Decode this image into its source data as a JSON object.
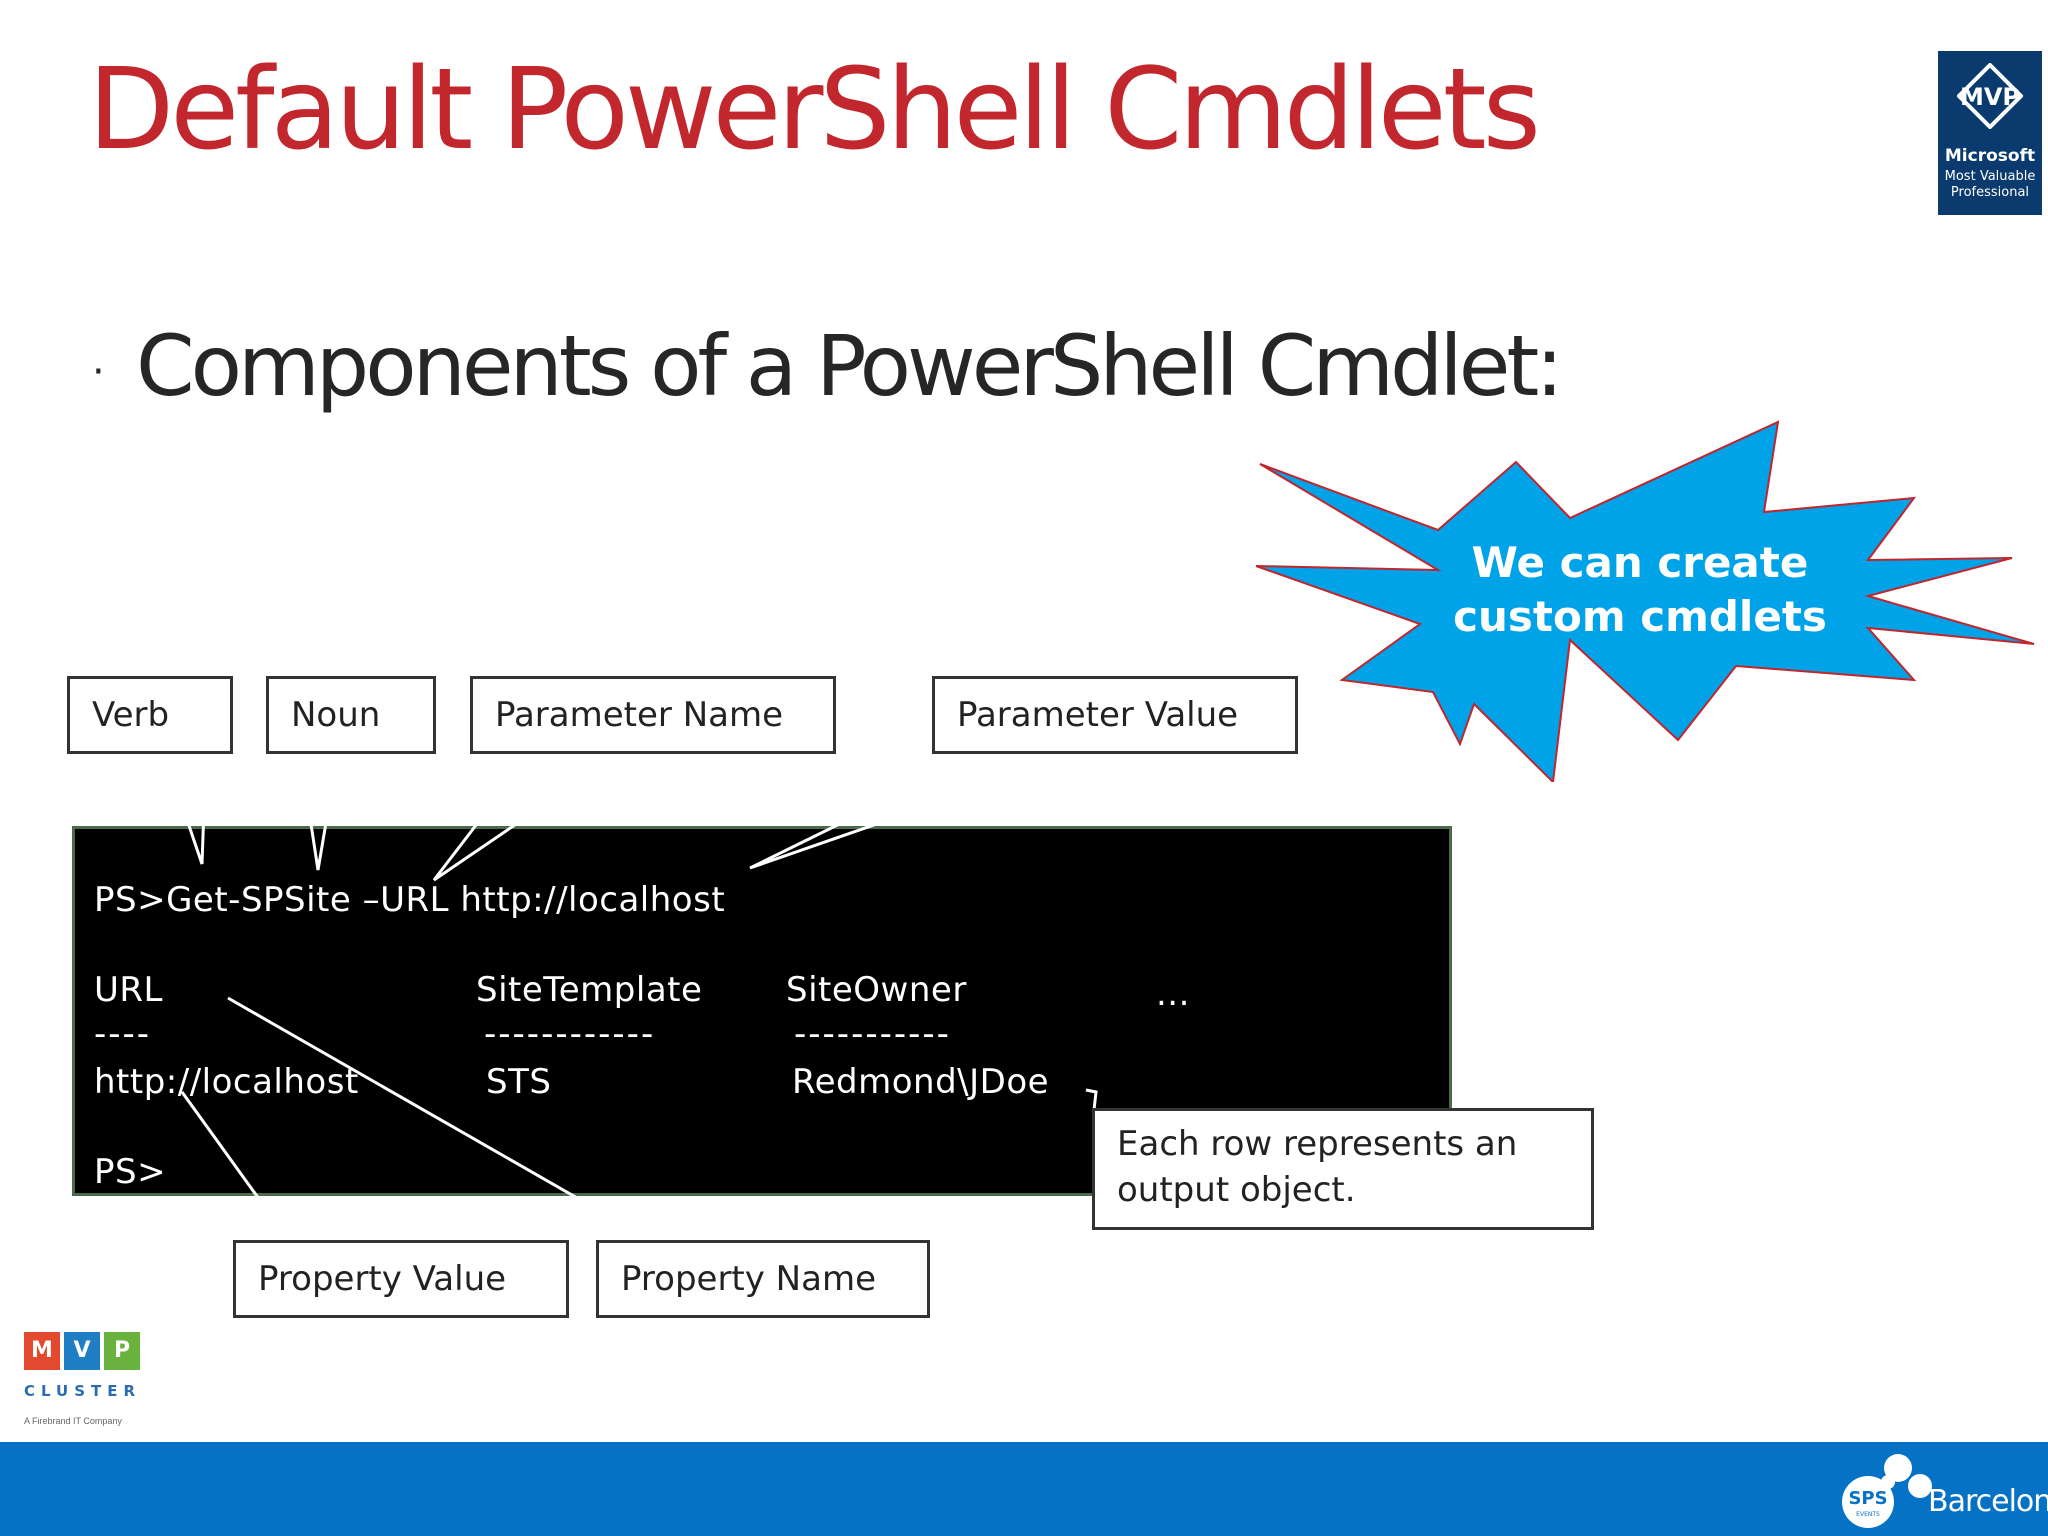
{
  "slide": {
    "title": "Default PowerShell Cmdlets",
    "bullet": "Components of a PowerShell Cmdlet:",
    "bullet_marker": "·"
  },
  "badge": {
    "mvp": "MVP",
    "company": "Microsoft",
    "subtitle_line1": "Most Valuable",
    "subtitle_line2": "Professional"
  },
  "burst": {
    "line1": "We can create",
    "line2": "custom cmdlets",
    "fill_color": "#00a2e8",
    "stroke_color": "#c0262d"
  },
  "terminal": {
    "command": "PS>Get-SPSite –URL http://localhost",
    "headers": [
      "URL",
      "SiteTemplate",
      "SiteOwner",
      "..."
    ],
    "dashes": [
      "----",
      "------------",
      "-----------"
    ],
    "row": [
      "http://localhost",
      "STS",
      "Redmond\\JDoe"
    ],
    "prompt": "PS>"
  },
  "callouts": {
    "verb": "Verb",
    "noun": "Noun",
    "parameter_name": "Parameter Name",
    "parameter_value": "Parameter Value",
    "row_note_line1": "Each row represents an",
    "row_note_line2": "output object.",
    "property_value": "Property Value",
    "property_name": "Property Name"
  },
  "footer": {
    "cluster_letters": [
      "M",
      "V",
      "P"
    ],
    "cluster_colors": [
      "#e2492f",
      "#1f7fc4",
      "#6ab23e"
    ],
    "cluster_word": "CLUSTER",
    "cluster_company": "A Firebrand IT Company",
    "event_logo": "SPS",
    "event_logo_sub": "EVENTS",
    "event_city": "Barcelona",
    "bar_color": "#0672c6"
  }
}
